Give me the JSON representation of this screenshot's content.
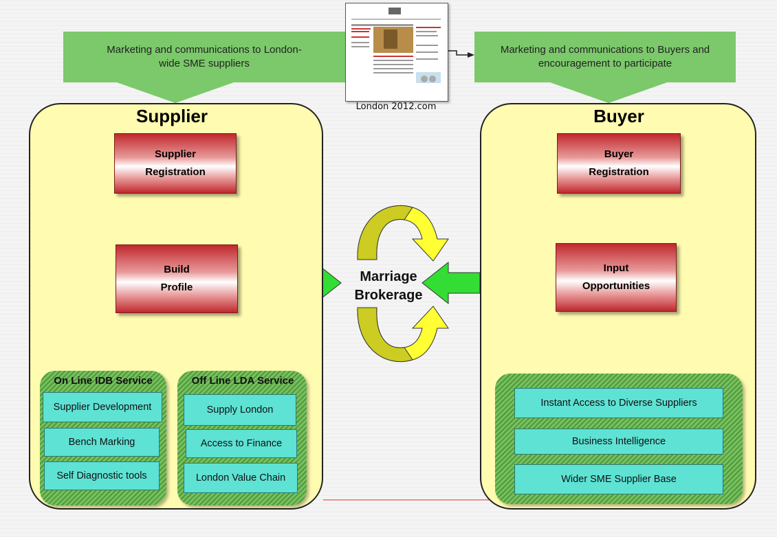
{
  "top": {
    "left_banner": "Marketing and communications to London-wide SME suppliers",
    "right_banner": "Marketing and communications to Buyers and encouragement to participate",
    "website_caption": "London 2012.com"
  },
  "supplier": {
    "title": "Supplier",
    "registration": [
      "Supplier",
      "Registration"
    ],
    "profile": [
      "Build",
      "Profile"
    ],
    "online": {
      "title": "On Line IDB Service",
      "items": [
        "Supplier Development",
        "Bench Marking",
        "Self Diagnostic tools"
      ]
    },
    "offline": {
      "title": "Off Line LDA Service",
      "items": [
        "Supply London",
        "Access to Finance",
        "London Value Chain"
      ]
    }
  },
  "center": {
    "label": [
      "Marriage",
      "Brokerage"
    ]
  },
  "buyer": {
    "title": "Buyer",
    "registration": [
      "Buyer",
      "Registration"
    ],
    "opportunities": [
      "Input",
      "Opportunities"
    ],
    "items": [
      "Instant Access to Diverse Suppliers",
      "Business Intelligence",
      "Wider SME Supplier Base"
    ]
  },
  "colors": {
    "banner": "#7bc96a",
    "panel": "#fffbb0",
    "green_arrow": "#33dd33",
    "red_arrow": "#dd4433",
    "cycle_arrow": "#ffff33",
    "cyan_box": "#5ee2d4"
  }
}
